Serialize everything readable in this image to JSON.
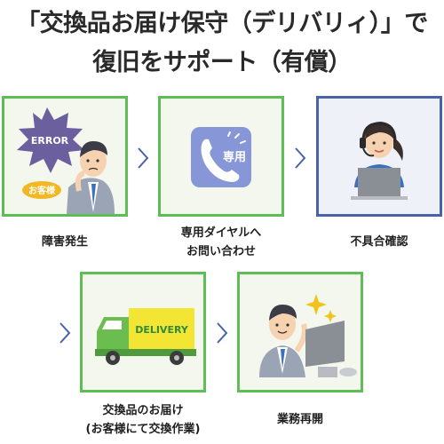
{
  "title": {
    "line1": "「交換品お届け保守（デリバリィ）」で",
    "line2": "復旧をサポート（有償）"
  },
  "steps": [
    {
      "label": "障害発生",
      "badge_error": "ERROR",
      "badge_customer": "お客様"
    },
    {
      "label_line1": "専用ダイヤルへ",
      "label_line2": "お問い合わせ",
      "phone_text": "専用"
    },
    {
      "label": "不具合確認"
    },
    {
      "label_line1": "交換品のお届け",
      "label_line2": "(お客様にて交換作業)",
      "truck_text": "DELIVERY"
    },
    {
      "label": "業務再開"
    }
  ],
  "colors": {
    "green_border": "#5fbd55",
    "blue_border": "#4a63a8",
    "arrow": "#4a63a8"
  }
}
